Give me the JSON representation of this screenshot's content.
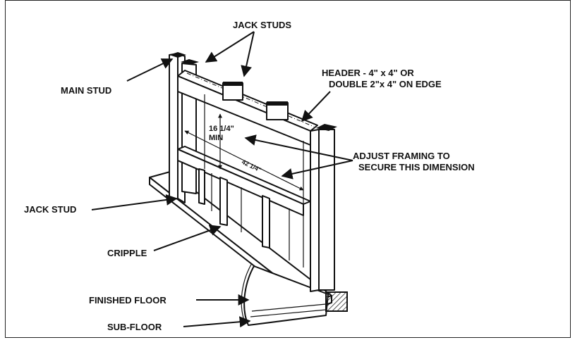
{
  "labels": {
    "jack_studs": "JACK STUDS",
    "main_stud": "MAIN STUD",
    "header_line1": "HEADER - 4\" x 4\" OR",
    "header_line2": "DOUBLE 2\"x 4\" ON EDGE",
    "dim_16": "16 1/4\"",
    "dim_min": "MIN",
    "dim_42": "42 1/4\"",
    "adjust_line1": "ADJUST FRAMING TO",
    "adjust_line2": "SECURE THIS DIMENSION",
    "jack_stud": "JACK STUD",
    "cripple": "CRIPPLE",
    "finished_floor": "FINISHED FLOOR",
    "sub_floor": "SUB-FLOOR"
  },
  "colors": {
    "ink": "#111111",
    "background": "#ffffff",
    "frame": "#222222"
  }
}
